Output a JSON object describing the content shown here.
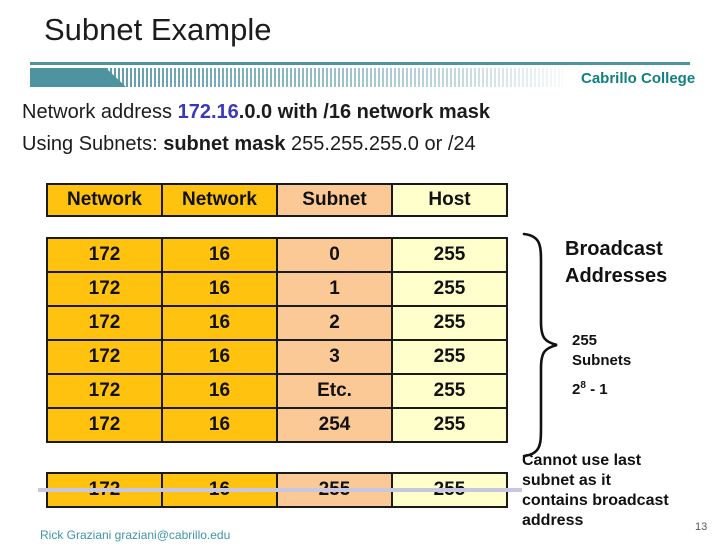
{
  "slide": {
    "title": "Subnet Example",
    "logo_text": "Cabrillo College",
    "footer": "Rick Graziani  graziani@cabrillo.edu",
    "page_number": "13"
  },
  "intro": {
    "line1": [
      {
        "text": "Network address ",
        "style": "regular"
      },
      {
        "text": "172.16",
        "style": "bold-blue"
      },
      {
        "text": ".0.0 with /16 network mask",
        "style": "bold"
      }
    ],
    "line2": [
      {
        "text": "Using Subnets: ",
        "style": "regular"
      },
      {
        "text": "subnet mask ",
        "style": "bold"
      },
      {
        "text": "255.255.255.0 or /24",
        "style": "regular"
      }
    ]
  },
  "table": {
    "header_rows": [
      [
        "Network",
        "Network",
        "Subnet",
        "Host"
      ]
    ],
    "rows": [
      [
        "172",
        "16",
        "0",
        "255"
      ],
      [
        "172",
        "16",
        "1",
        "255"
      ],
      [
        "172",
        "16",
        "2",
        "255"
      ],
      [
        "172",
        "16",
        "3",
        "255"
      ],
      [
        "172",
        "16",
        "Etc.",
        "255"
      ],
      [
        "172",
        "16",
        "254",
        "255"
      ]
    ],
    "excluded_rows": [
      [
        "172",
        "16",
        "255",
        "255"
      ]
    ]
  },
  "annotations": {
    "brace_label": "Broadcast\nAddresses",
    "subnet_count": "255\nSubnets",
    "formula_base": "2",
    "formula_exp": "8",
    "formula_rest": " - 1",
    "note": "Cannot use last\nsubnet as it\ncontains broadcast\naddress"
  },
  "colors": {
    "accent_teal": "#4e93a0",
    "logo_teal": "#11807f",
    "address_blue": "#3a3ab8",
    "cell_gold": "#ffc20e",
    "cell_peach": "#fbc996",
    "cell_cream": "#ffffcc",
    "strike_lavender": "#c7c7e1"
  }
}
